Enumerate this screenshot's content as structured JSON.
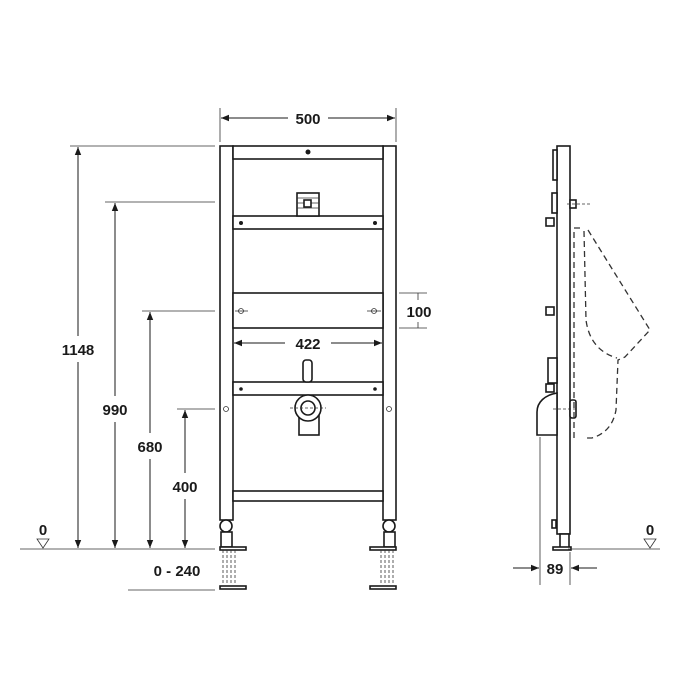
{
  "front_view": {
    "width_label": "500",
    "inner_width_label": "422",
    "plate_height_label": "100",
    "heights": [
      {
        "label": "1148"
      },
      {
        "label": "990"
      },
      {
        "label": "680"
      },
      {
        "label": "400"
      }
    ],
    "floor_label": "0",
    "adjust_label": "0 - 240"
  },
  "side_view": {
    "depth_label": "89",
    "floor_label": "0"
  }
}
